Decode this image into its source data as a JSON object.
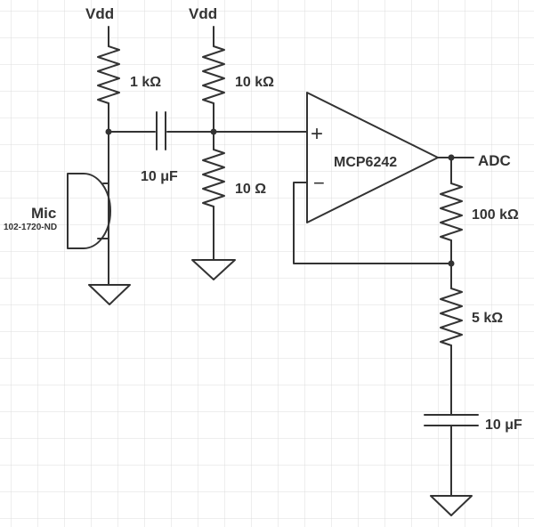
{
  "colors": {
    "background": "#ffffff",
    "grid": "#dcdcdc",
    "ink": "#333333"
  },
  "labels": {
    "vdd_left": "Vdd",
    "vdd_right": "Vdd",
    "r_pullup": "1 kΩ",
    "r_bias_top": "10 kΩ",
    "c_coupling": "10 μF",
    "r_bias_bottom": "10 Ω",
    "opamp": "MCP6242",
    "plus": "+",
    "minus": "−",
    "adc": "ADC",
    "r_feedback": "100 kΩ",
    "r_gain": "5 kΩ",
    "c_gain": "10 μF",
    "mic": "Mic",
    "mic_part": "102-1720-ND"
  }
}
